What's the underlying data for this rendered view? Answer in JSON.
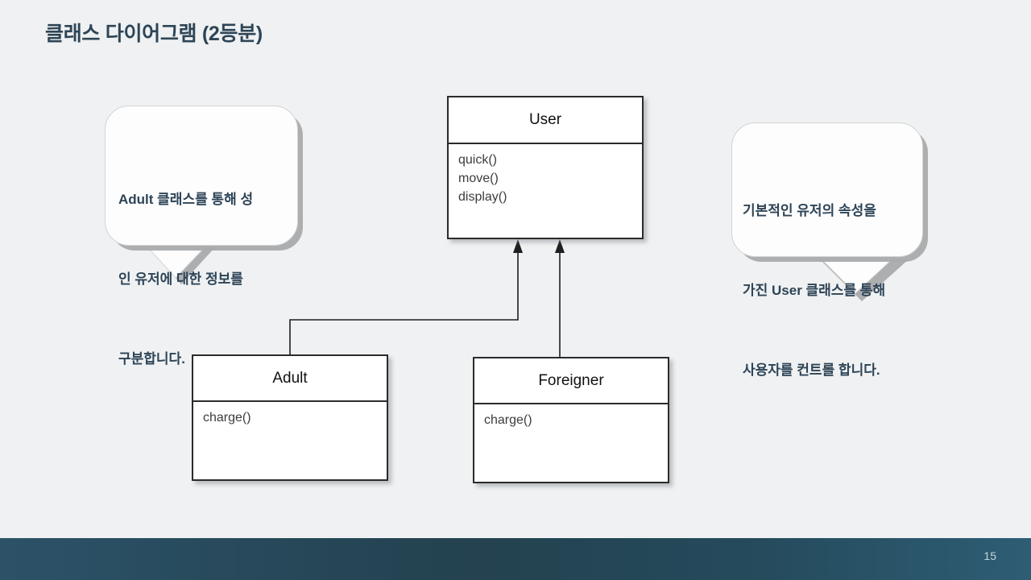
{
  "slide": {
    "title": "클래스 다이어그램 (2등분)",
    "page_number": "15",
    "background_color": "#eff1f2",
    "title_color": "#2e4556",
    "footer_color": "#24424f"
  },
  "diagram": {
    "type": "uml-class-diagram",
    "classes": [
      {
        "id": "user",
        "name": "User",
        "members": [
          "quick()",
          "move()",
          "display()"
        ]
      },
      {
        "id": "adult",
        "name": "Adult",
        "members": [
          "charge()"
        ]
      },
      {
        "id": "foreigner",
        "name": "Foreigner",
        "members": [
          "charge()"
        ]
      }
    ],
    "relationships": [
      {
        "from": "adult",
        "to": "user",
        "kind": "generalization"
      },
      {
        "from": "foreigner",
        "to": "user",
        "kind": "generalization"
      }
    ]
  },
  "annotations": {
    "left_bubble": {
      "lines": [
        "Adult 클래스를 통해 성",
        "인 유저에 대한 정보를",
        "구분합니다."
      ],
      "text_color": "#2d4356"
    },
    "right_bubble": {
      "lines": [
        "기본적인 유저의 속성을",
        "가진 User 클래스를 통해",
        "사용자를 컨트롤 합니다."
      ],
      "text_color": "#2d4356"
    }
  }
}
